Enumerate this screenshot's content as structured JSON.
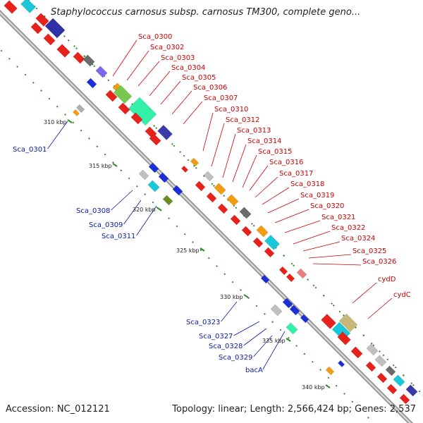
{
  "title": "Staphylococcus carnosus subsp. carnosus TM300, complete geno...",
  "footer": {
    "accession": "Accession: NC_012121",
    "topology": "Topology: linear; Length: 2,566,424 bp; Genes: 2,537"
  },
  "ticks": [
    "310 kbp",
    "315 kbp",
    "320 kbp",
    "325 kbp",
    "330 kbp",
    "335 kbp",
    "340 kbp"
  ],
  "labels_red": [
    "Sca_0300",
    "Sca_0302",
    "Sca_0303",
    "Sca_0304",
    "Sca_0305",
    "Sca_0306",
    "Sca_0307",
    "Sca_0310",
    "Sca_0312",
    "Sca_0313",
    "Sca_0314",
    "Sca_0315",
    "Sca_0316",
    "Sca_0317",
    "Sca_0318",
    "Sca_0319",
    "Sca_0320",
    "Sca_0321",
    "Sca_0322",
    "Sca_0324",
    "Sca_0325",
    "Sca_0326",
    "cydD",
    "cydC"
  ],
  "labels_blue": [
    "Sca_0301",
    "Sca_0308",
    "Sca_0309",
    "Sca_0311",
    "Sca_0323",
    "Sca_0327",
    "Sca_0328",
    "Sca_0329",
    "bacA"
  ],
  "colors": {
    "forward_gene": "#e8221a",
    "reverse_gene": "#1a2fd8",
    "backbone": "#8c8c8c",
    "gc_dots": "#2e8b2e",
    "label_red": "#cc0000",
    "label_blue": "#0a1aa8"
  }
}
